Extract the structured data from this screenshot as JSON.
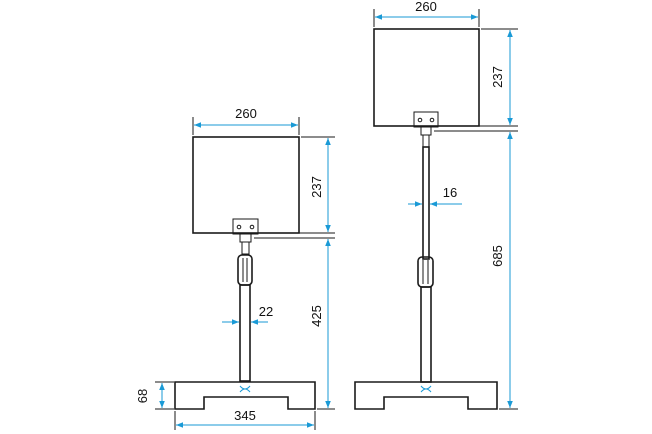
{
  "accent_color": "#1a9ad6",
  "line_color": "#1a1a1a",
  "left_stand": {
    "panel_width": "260",
    "panel_height": "237",
    "pole_height": "425",
    "pole_diameter": "22",
    "base_height": "68",
    "base_width": "345"
  },
  "right_stand": {
    "panel_width": "260",
    "panel_height": "237",
    "pole_height": "685",
    "pole_diameter": "16"
  }
}
